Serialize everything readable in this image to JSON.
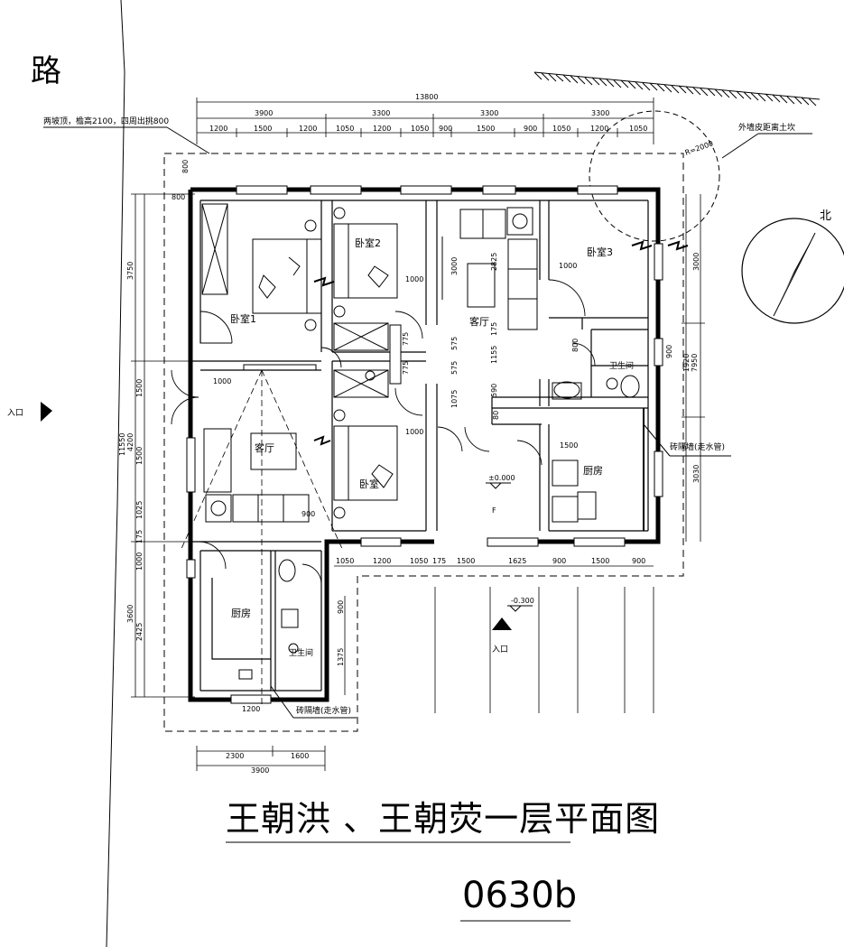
{
  "road_label": "路",
  "roof_note": "两坡顶，檐高2100，四周出挑800",
  "setback_note": "外墙皮距离土坎",
  "radius_label": "R=2000",
  "north_label": "北",
  "entrance_label": "入口",
  "entrance_side_label": "入口",
  "title": "王朝洪 、王朝荧一层平面图",
  "drawing_code": "0630b",
  "rooms": {
    "bedroom1": "卧室1",
    "bedroom2": "卧室2",
    "bedroom3": "卧室3",
    "bedroom_small": "卧室",
    "living_main": "客厅",
    "living_left": "客厅",
    "kitchen_right": "厨房",
    "kitchen_left": "厨房",
    "bath_right": "卫生间",
    "bath_left": "卫生间",
    "brick_wall_right": "砖隔墙(走水管)",
    "brick_wall_left": "砖隔墙(走水管)"
  },
  "levels": {
    "floor": "±0.000",
    "outside": "-0.300"
  },
  "dims": {
    "overall_top": "13800",
    "top_row2": [
      "3900",
      "3300",
      "3300",
      "3300"
    ],
    "top_row3": [
      "1200",
      "1500",
      "1200",
      "1050",
      "1200",
      "1050",
      "900",
      "1500",
      "900",
      "1050",
      "1200",
      "1050"
    ],
    "bottom_row": [
      "1050",
      "1200",
      "1050",
      "175",
      "1500",
      "1625",
      "900",
      "1500",
      "900"
    ],
    "left_bottom": [
      "2300",
      "1600"
    ],
    "left_bottom_total": "3900",
    "left_bottom_window": "1200",
    "left_outer_total": "11550",
    "left_col2": [
      "3750",
      "4200",
      "3600"
    ],
    "left_col3": [
      "1500",
      "1500",
      "1025",
      "175",
      "1000",
      "2425"
    ],
    "left_eave": [
      "800",
      "800"
    ],
    "right_col": [
      "3000",
      "1920",
      "3030"
    ],
    "right_total": "7950",
    "right_inner": "900",
    "interior": [
      "1000",
      "1000",
      "1000",
      "1000",
      "1000",
      "1500",
      "3000",
      "2825",
      "575",
      "575",
      "1155",
      "175",
      "590",
      "1075",
      "775",
      "775",
      "800",
      "900",
      "1375",
      "900",
      "80",
      "900"
    ]
  }
}
